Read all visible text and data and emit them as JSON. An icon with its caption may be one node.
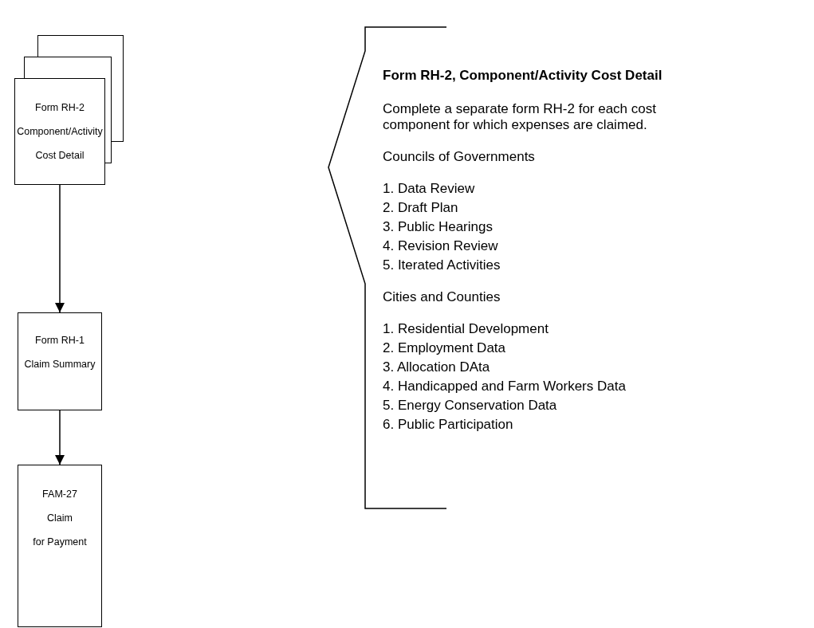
{
  "diagram": {
    "nodes": [
      {
        "text": [
          "Form RH-2",
          "Component/Activity",
          "Cost Detail"
        ]
      },
      {
        "text": [
          "Form RH-1",
          "Claim Summary"
        ]
      },
      {
        "text": [
          "FAM-27",
          "Claim",
          "for Payment"
        ]
      }
    ],
    "edges": [
      {
        "from": 0,
        "to": 1,
        "arrow": "to"
      },
      {
        "from": 1,
        "to": 2,
        "arrow": "to"
      }
    ],
    "labels": [
      "Form RH-2, Component/Activity Cost Detail",
      "Complete a separate form RH-2 for each cost component for which expenses are claimed.",
      "Councils of Governments",
      "1. Data Review",
      "2. Draft Plan",
      "3. Public Hearings",
      "4. Revision Review",
      "5. Iterated Activities",
      "Cities and Counties",
      "1. Residential Development",
      "2. Employment Data",
      "3. Allocation DAta",
      "4. Handicapped and Farm Workers Data",
      "5. Energy Conservation Data",
      "6. Public Participation"
    ]
  }
}
